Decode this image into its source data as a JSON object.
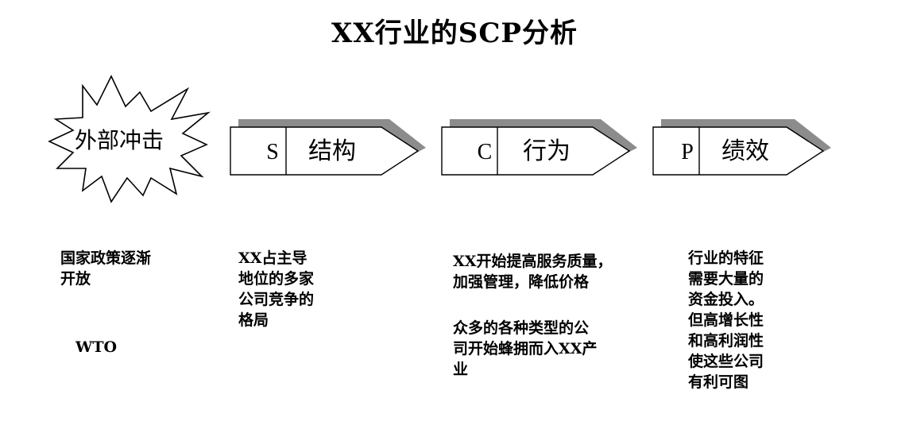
{
  "title": "XX行业的SCP分析",
  "shock": {
    "label": "外部冲击"
  },
  "stages": [
    {
      "letter": "S",
      "label": "结构"
    },
    {
      "letter": "C",
      "label": "行为"
    },
    {
      "letter": "P",
      "label": "绩效"
    }
  ],
  "descriptions": {
    "shock_text": "国家政策逐渐\n开放",
    "shock_extra": "WTO",
    "structure_text": " XX占主导\n地位的多家\n公司竞争的\n格局",
    "conduct_text": "XX开始提高服务质量，\n加强管理，降低价格",
    "conduct_extra": "众多的各种类型的公\n司开始蜂拥而入XX产\n业",
    "performance_text": "行业的特征\n需要大量的\n资金投入。\n但高增长性\n和高利润性\n使这些公司\n有利可图"
  },
  "colors": {
    "shadow": "#8c8c8c",
    "stroke": "#000000",
    "fill": "#ffffff"
  }
}
